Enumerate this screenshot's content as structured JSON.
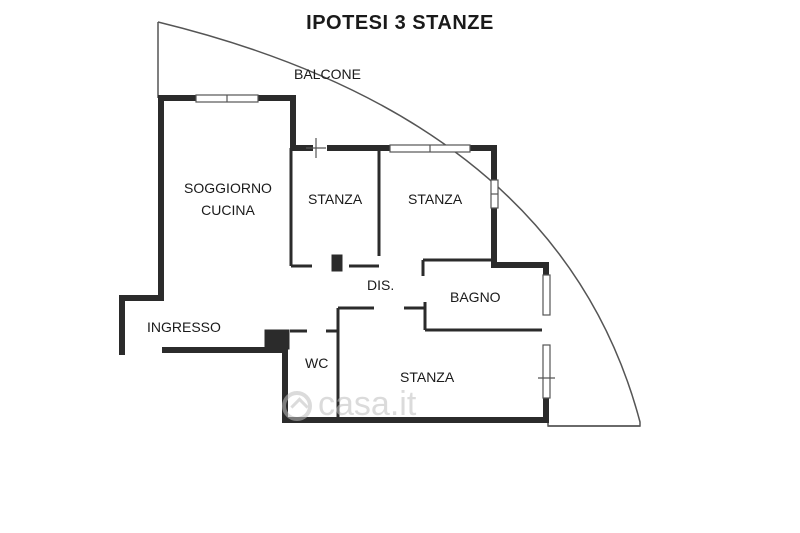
{
  "title": "IPOTESI 3 STANZE",
  "rooms": {
    "balcone": "BALCONE",
    "soggiorno_line1": "SOGGIORNO",
    "soggiorno_line2": "CUCINA",
    "stanza_1": "STANZA",
    "stanza_2": "STANZA",
    "dis": "DIS.",
    "bagno": "BAGNO",
    "ingresso": "INGRESSO",
    "wc": "WC",
    "stanza_3": "STANZA"
  },
  "watermark": "casa.it",
  "colors": {
    "wall": "#2b2b2b",
    "thin_line": "#555555",
    "watermark": "#bfbfbf"
  }
}
